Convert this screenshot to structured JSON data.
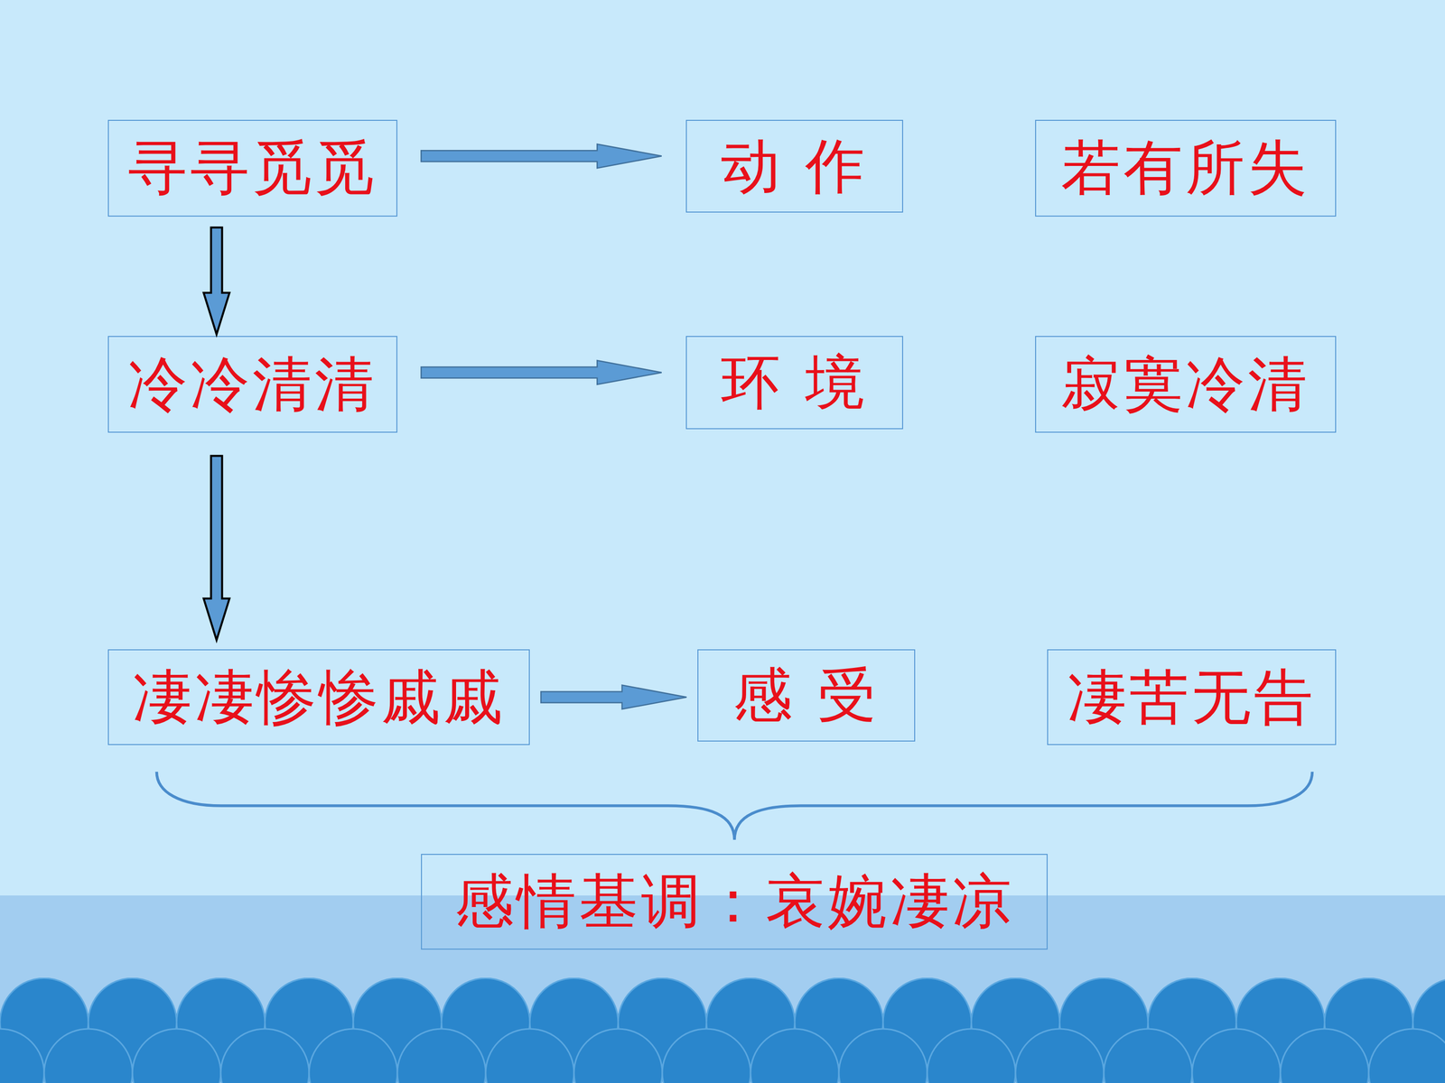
{
  "diagram": {
    "nodes": [
      {
        "text": [
          "寻寻觅觅"
        ]
      },
      {
        "text": [
          "动 作"
        ]
      },
      {
        "text": [
          "若有所失"
        ]
      },
      {
        "text": [
          "冷冷清清"
        ]
      },
      {
        "text": [
          "环 境"
        ]
      },
      {
        "text": [
          "寂寞冷清"
        ]
      },
      {
        "text": [
          "凄凄惨惨戚戚"
        ]
      },
      {
        "text": [
          "感 受"
        ]
      },
      {
        "text": [
          "凄苦无告"
        ]
      },
      {
        "text": [
          "感情基调：哀婉凄凉"
        ]
      }
    ],
    "edges": [
      {
        "from": 0,
        "to": 1,
        "arrow": "to"
      },
      {
        "from": 3,
        "to": 4,
        "arrow": "to"
      },
      {
        "from": 6,
        "to": 7,
        "arrow": "to"
      },
      {
        "from": 0,
        "to": 3,
        "arrow": "to"
      },
      {
        "from": 3,
        "to": 6,
        "arrow": "to"
      }
    ]
  }
}
